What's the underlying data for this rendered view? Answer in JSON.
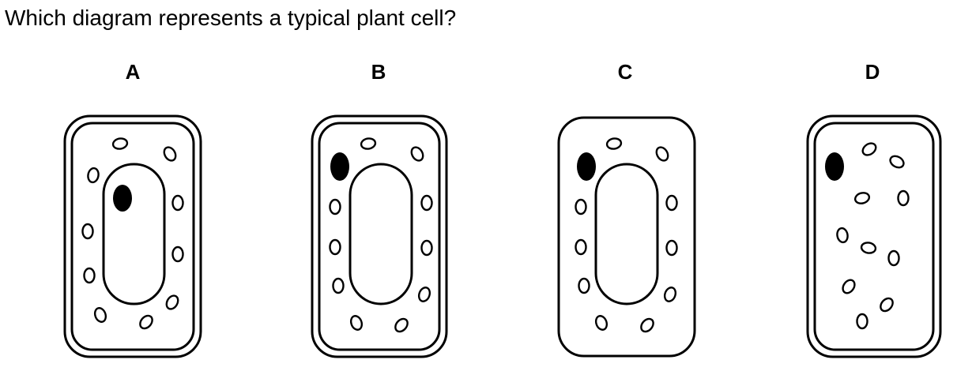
{
  "question": "Which diagram represents a typical plant cell?",
  "options": [
    {
      "label": "A",
      "cell_wall": true,
      "cell_membrane": true,
      "vacuole": true,
      "nucleus_position": "inside-vacuole-area",
      "chloroplasts": 10
    },
    {
      "label": "B",
      "cell_wall": true,
      "cell_membrane": true,
      "vacuole": true,
      "nucleus_position": "top-left",
      "chloroplasts": 10
    },
    {
      "label": "C",
      "cell_wall": false,
      "cell_membrane": true,
      "vacuole": true,
      "nucleus_position": "top-left",
      "chloroplasts": 10
    },
    {
      "label": "D",
      "cell_wall": true,
      "cell_membrane": true,
      "vacuole": false,
      "nucleus_position": "top-left",
      "chloroplasts": 10
    }
  ],
  "colors": {
    "stroke": "#000000",
    "nucleus": "#000000",
    "background": "#ffffff"
  }
}
